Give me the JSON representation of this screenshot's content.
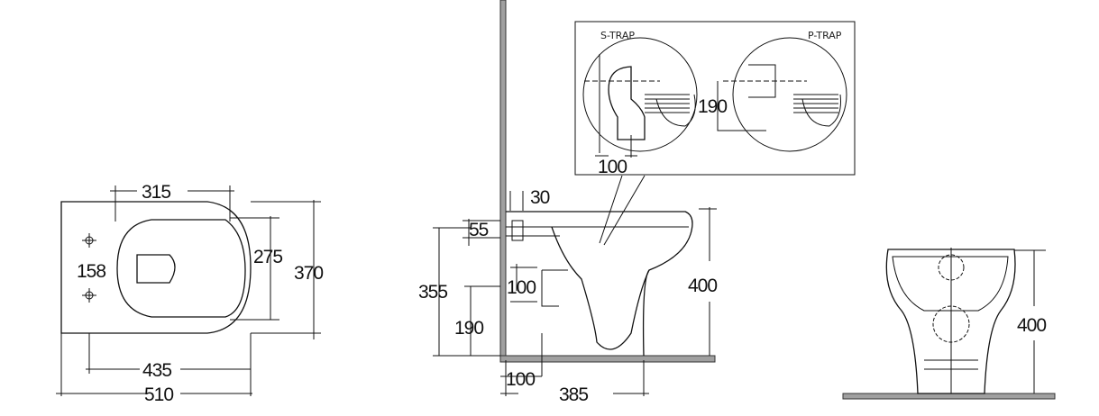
{
  "plan_view": {
    "dims": {
      "seat_width": "315",
      "seat_length": "275",
      "overall_width": "370",
      "fixing_spacing": "158",
      "fixing_to_front": "435",
      "overall_length": "510"
    }
  },
  "side_view": {
    "dims": {
      "wall_gap": "30",
      "inlet_height": "55",
      "inlet_from_floor": "355",
      "outlet_diameter": "100",
      "outlet_height": "190",
      "bowl_height": "400",
      "outlet_from_wall": "100",
      "base_depth": "385"
    }
  },
  "trap_inset": {
    "s_trap_label": "S-TRAP",
    "p_trap_label": "P-TRAP",
    "p_trap_height": "190",
    "s_trap_offset": "100"
  },
  "front_view": {
    "dims": {
      "bowl_height": "400"
    }
  }
}
